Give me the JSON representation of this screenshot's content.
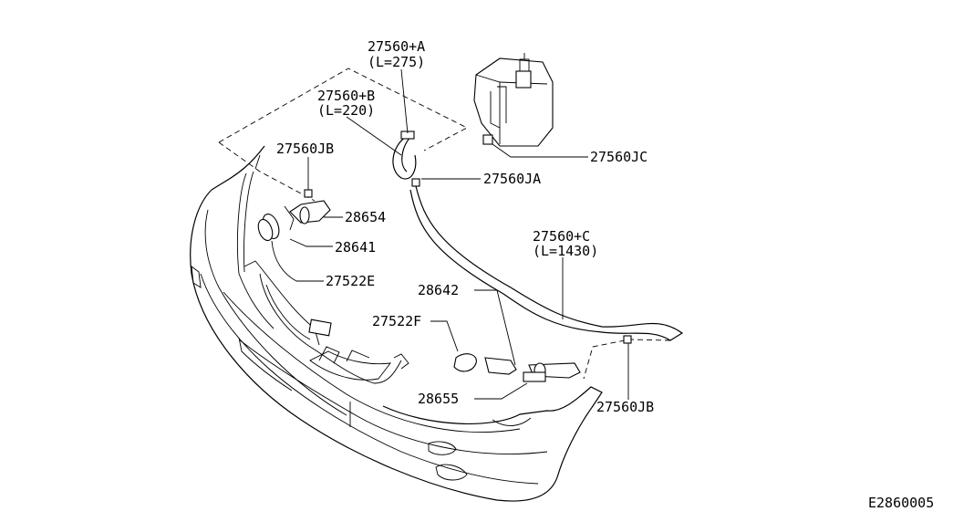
{
  "diagram": {
    "code": "E2860005",
    "labels": {
      "hose_a_part": "27560+A",
      "hose_a_len": "(L=275)",
      "hose_b_part": "27560+B",
      "hose_b_len": "(L=220)",
      "clip_jb_upper": "27560JB",
      "nozzle_upper": "28654",
      "gasket_upper": "28641",
      "cover_upper": "27522E",
      "clip_jc": "27560JC",
      "joint_ja": "27560JA",
      "hose_c_part": "27560+C",
      "hose_c_len": "(L=1430)",
      "gasket_lower": "28642",
      "cover_lower": "27522F",
      "nozzle_lower": "28655",
      "clip_jb_lower": "27560JB"
    }
  }
}
